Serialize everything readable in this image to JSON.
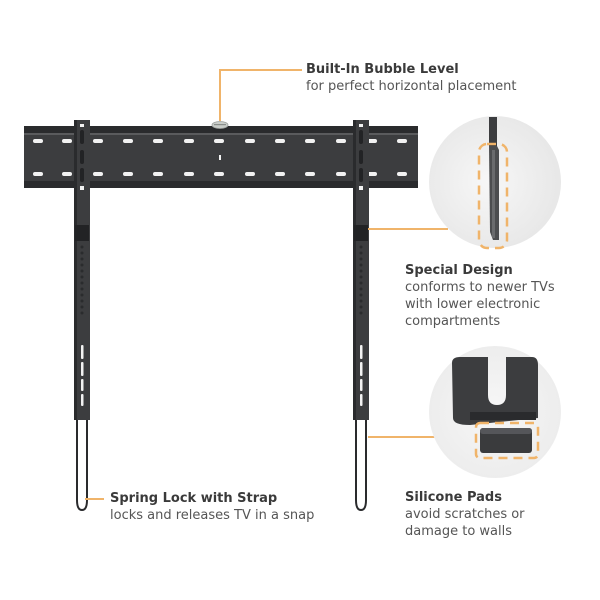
{
  "colors": {
    "accent": "#f0b46a",
    "bracket": "#3c3d3f",
    "bracket_dark": "#2a2b2d",
    "slot": "#f2f2f2",
    "title_text": "#3a3a3a",
    "desc_text": "#555555",
    "circle_bg": "#ececec"
  },
  "callouts": [
    {
      "id": "bubble-level",
      "title": "Built-In Bubble Level",
      "lines": [
        "for perfect horizontal placement"
      ]
    },
    {
      "id": "special-design",
      "title": "Special Design",
      "lines": [
        "conforms to newer TVs",
        "with lower electronic",
        "compartments"
      ]
    },
    {
      "id": "silicone-pads",
      "title": "Silicone Pads",
      "lines": [
        "avoid scratches or",
        "damage to walls"
      ]
    },
    {
      "id": "spring-lock",
      "title": "Spring Lock with Strap",
      "lines": [
        "locks and releases TV in a snap"
      ]
    }
  ],
  "icons": {
    "bubble_level": "bubble-level-icon",
    "detail_special_design": "bracket-side-profile-icon",
    "detail_silicone_pads": "silicone-pad-icon"
  }
}
